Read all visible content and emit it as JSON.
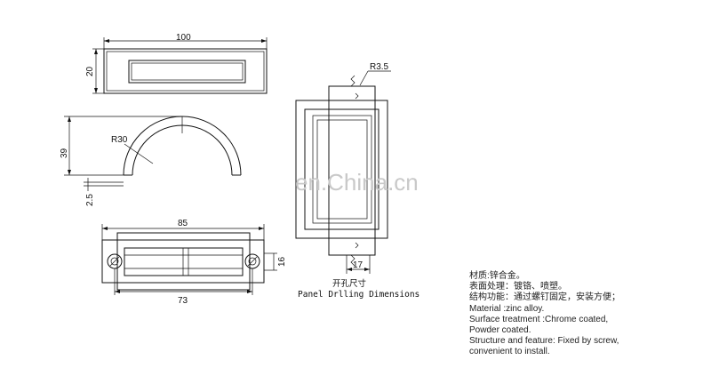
{
  "dims": {
    "top_width": "100",
    "top_height": "20",
    "arc_height": "39",
    "arc_radius": "R30",
    "arc_small": "2.5",
    "bottom_width": "85",
    "bottom_inner": "73",
    "bottom_height": "16",
    "panel_radius": "R3.5",
    "panel_width": "17"
  },
  "caption": {
    "cn": "开孔尺寸",
    "en": "Panel Drlling Dimensions"
  },
  "watermark": "en.China.cn",
  "notes": [
    "材质:锌合金。",
    "表面处理：镀铬、喷塑。",
    "结构功能：通过螺钉固定，安装方便；",
    "Material :zinc alloy.",
    "Surface treatment :Chrome coated,",
    "Powder coated.",
    "Structure and feature: Fixed by screw,",
    "convenient to install."
  ]
}
